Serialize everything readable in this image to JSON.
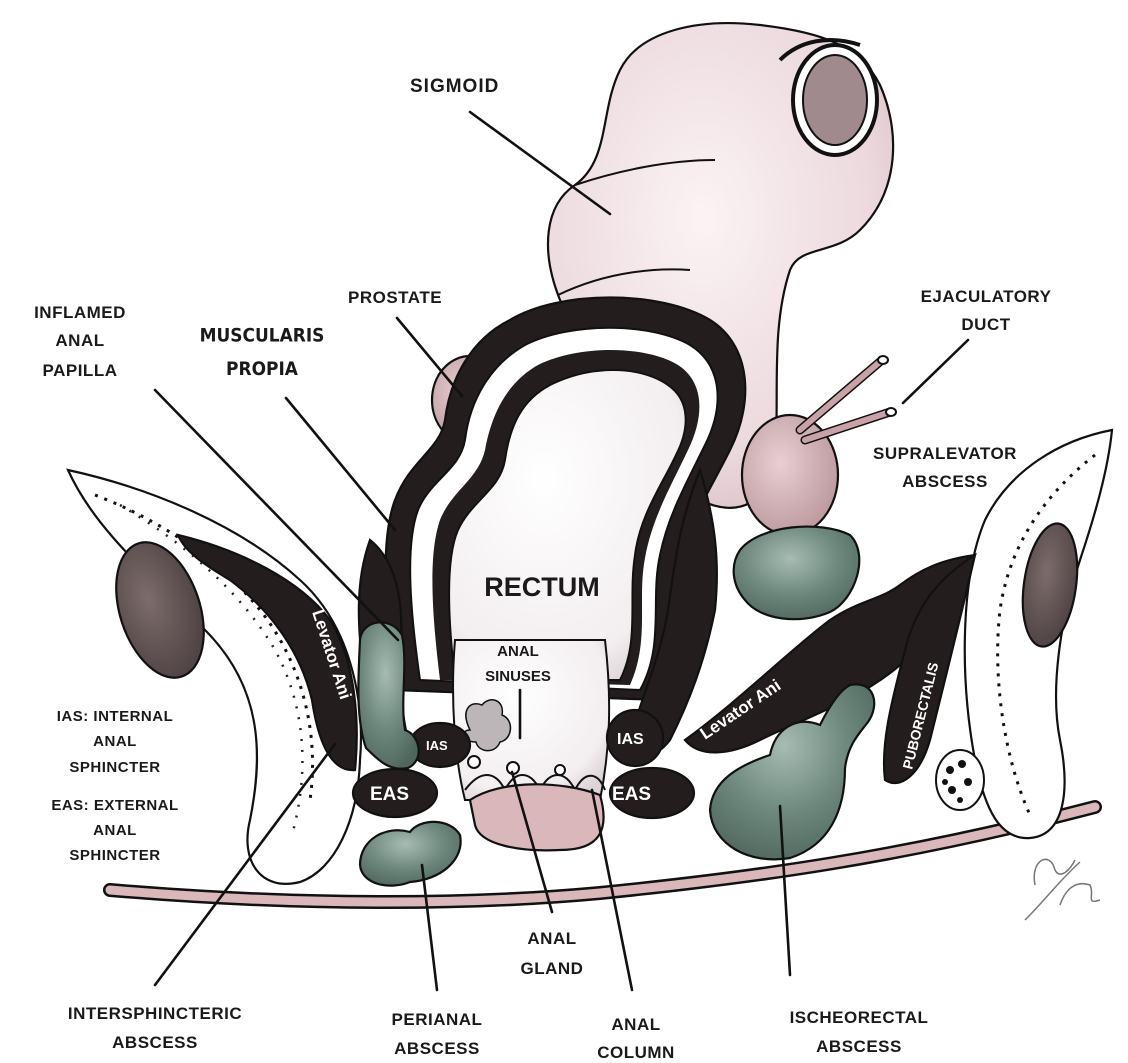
{
  "labels": {
    "sigmoid": "SIGMOID",
    "prostate": "PROSTATE",
    "ejaculatory_1": "EJACULATORY",
    "ejaculatory_2": "DUCT",
    "inflamed_1": "INFLAMED",
    "inflamed_2": "ANAL",
    "inflamed_3": "PAPILLA",
    "muscularis_1": "MUSCULARIS",
    "muscularis_2": "PROPIA",
    "supralevator_1": "SUPRALEVATOR",
    "supralevator_2": "ABSCESS",
    "rectum": "RECTUM",
    "anal_sinuses_1": "ANAL",
    "anal_sinuses_2": "SINUSES",
    "levator_ani_left": "Levator Ani",
    "levator_ani_right": "Levator Ani",
    "puborectalis": "PUBORECTALIS",
    "ias_left": "IAS",
    "ias_right": "IAS",
    "eas_left": "EAS",
    "eas_right": "EAS",
    "ias_def_1": "IAS: INTERNAL",
    "ias_def_2": "ANAL",
    "ias_def_3": "SPHINCTER",
    "eas_def_1": "EAS: EXTERNAL",
    "eas_def_2": "ANAL",
    "eas_def_3": "SPHINCTER",
    "intersphincteric_1": "INTERSPHINCTERIC",
    "intersphincteric_2": "ABSCESS",
    "perianal_1": "PERIANAL",
    "perianal_2": "ABSCESS",
    "anal_gland_1": "ANAL",
    "anal_gland_2": "GLAND",
    "anal_column_1": "ANAL",
    "anal_column_2": "COLUMN",
    "ischeorectal_1": "ISCHEORECTAL",
    "ischeorectal_2": "ABSCESS"
  },
  "colors": {
    "muscle": "#241d1d",
    "bowel": "#f0e1e4",
    "bowel_shade": "#d8bcc2",
    "abscess": "#6a8479",
    "bone": "#5e5050",
    "skin": "#d9b7bb"
  }
}
